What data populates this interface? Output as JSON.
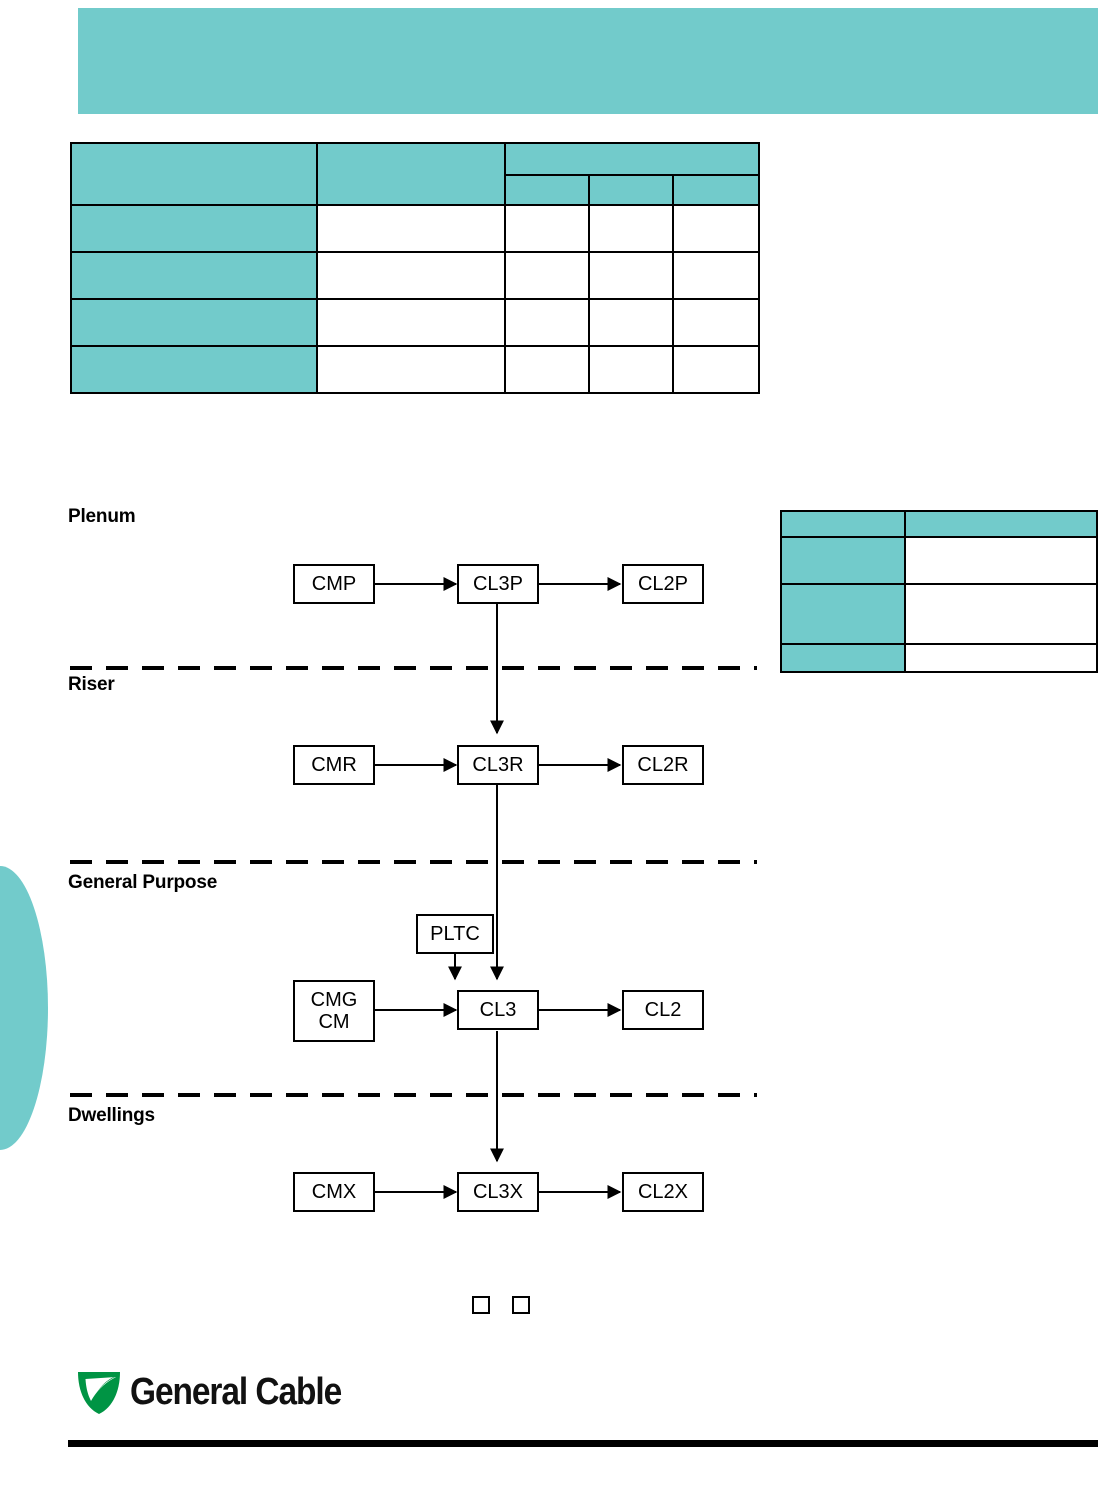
{
  "page": {
    "accent_teal": "#72CBCB",
    "logo_green": "#009444",
    "footer_note": ""
  },
  "header": {
    "title": ""
  },
  "spec_table": {
    "header_row_1": [
      "",
      "",
      ""
    ],
    "header_row_2": [
      "",
      "",
      ""
    ],
    "rows": [
      [
        "",
        "",
        "",
        "",
        ""
      ],
      [
        "",
        "",
        "",
        "",
        ""
      ],
      [
        "",
        "",
        "",
        "",
        ""
      ],
      [
        "",
        "",
        "",
        "",
        ""
      ]
    ]
  },
  "legend_table": {
    "header": [
      "",
      ""
    ],
    "rows": [
      [
        "",
        ""
      ],
      [
        "",
        ""
      ],
      [
        "",
        ""
      ]
    ]
  },
  "diagram": {
    "sections": [
      {
        "id": "plenum",
        "label": "Plenum"
      },
      {
        "id": "riser",
        "label": "Riser"
      },
      {
        "id": "general",
        "label": "General Purpose"
      },
      {
        "id": "dwell",
        "label": "Dwellings"
      }
    ],
    "nodes": [
      {
        "id": "cmp",
        "label": "CMP"
      },
      {
        "id": "cl3p",
        "label": "CL3P"
      },
      {
        "id": "cl2p",
        "label": "CL2P"
      },
      {
        "id": "cmr",
        "label": "CMR"
      },
      {
        "id": "cl3r",
        "label": "CL3R"
      },
      {
        "id": "cl2r",
        "label": "CL2R"
      },
      {
        "id": "pltc",
        "label": "PLTC"
      },
      {
        "id": "cmgcm",
        "label": "CMG\nCM"
      },
      {
        "id": "cl3",
        "label": "CL3"
      },
      {
        "id": "cl2",
        "label": "CL2"
      },
      {
        "id": "cmx",
        "label": "CMX"
      },
      {
        "id": "cl3x",
        "label": "CL3X"
      },
      {
        "id": "cl2x",
        "label": "CL2X"
      }
    ],
    "edges": [
      {
        "from": "cmp",
        "to": "cl3p"
      },
      {
        "from": "cl3p",
        "to": "cl2p"
      },
      {
        "from": "cl3p",
        "to": "cl3r"
      },
      {
        "from": "cmr",
        "to": "cl3r"
      },
      {
        "from": "cl3r",
        "to": "cl2r"
      },
      {
        "from": "cl3r",
        "to": "cl3"
      },
      {
        "from": "pltc",
        "to": "cl3"
      },
      {
        "from": "cmgcm",
        "to": "cl3"
      },
      {
        "from": "cl3",
        "to": "cl2"
      },
      {
        "from": "cl3",
        "to": "cl3x"
      },
      {
        "from": "cmx",
        "to": "cl3x"
      },
      {
        "from": "cl3x",
        "to": "cl2x"
      }
    ],
    "legend_swatches": [
      "",
      ""
    ]
  },
  "footer": {
    "brand": "General Cable"
  }
}
